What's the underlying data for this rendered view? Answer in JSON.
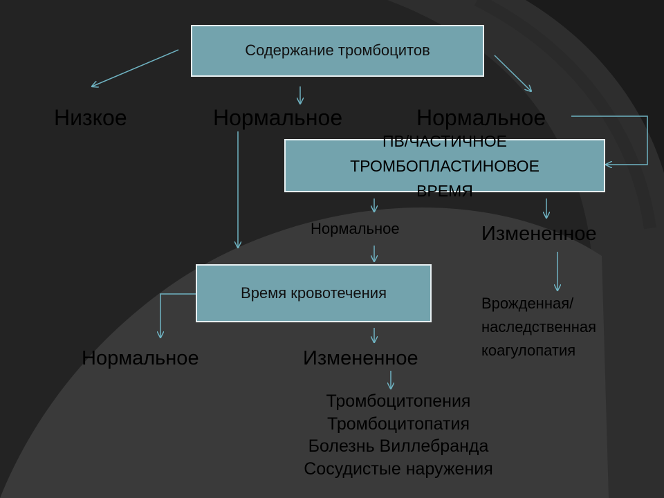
{
  "top_box": "Содержание тромбоцитов",
  "level1": {
    "low": "Низкое",
    "normal_a": "Нормальное",
    "normal_b": "Нормальное"
  },
  "pt_box": {
    "line1": "ПВ/ЧАСТИЧНОЕ",
    "line2": "ТРОМБОПЛАСТИНОВОЕ",
    "line3": "ВРЕМЯ"
  },
  "pt_results": {
    "normal": "Нормальное",
    "changed": "Измененное"
  },
  "bleeding_box": "Время кровотечения",
  "congenital": {
    "line1": "Врожденная/",
    "line2": "наследственная",
    "line3": "коагулопатия"
  },
  "bleeding_results": {
    "normal": "Нормальное",
    "changed": "Измененное"
  },
  "causes": [
    "Тромбоцитопения",
    "Тромбоцитопатия",
    "Болезнь Виллебранда",
    "Сосудистые наружения"
  ],
  "colors": {
    "background": "#242424",
    "box_fill": "#73a3ad",
    "arrow": "#6fb3c2"
  }
}
